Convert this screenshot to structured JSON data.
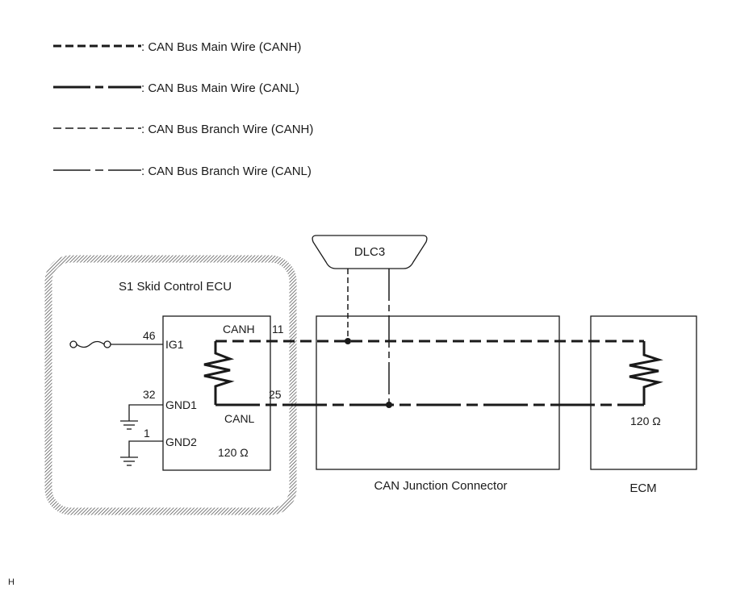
{
  "legend": [
    {
      "style": "main-canh",
      "label": ": CAN Bus Main Wire (CANH)"
    },
    {
      "style": "main-canl",
      "label": ": CAN Bus Main Wire (CANL)"
    },
    {
      "style": "branch-canh",
      "label": ": CAN Bus Branch Wire (CANH)"
    },
    {
      "style": "branch-canl",
      "label": ": CAN Bus Branch Wire (CANL)"
    }
  ],
  "skid_ecu": {
    "title": "S1 Skid Control ECU",
    "pins": {
      "ig1": {
        "num": "46",
        "name": "IG1"
      },
      "gnd1": {
        "num": "32",
        "name": "GND1"
      },
      "gnd2": {
        "num": "1",
        "name": "GND2"
      },
      "canh": {
        "num": "11",
        "name": "CANH"
      },
      "canl": {
        "num": "25",
        "name": "CANL"
      }
    },
    "resistance": "120 Ω"
  },
  "dlc3": {
    "label": "DLC3"
  },
  "junction": {
    "label": "CAN Junction Connector"
  },
  "ecm": {
    "label": "ECM",
    "resistance": "120 Ω"
  },
  "footer": {
    "mark": "H"
  },
  "colors": {
    "line": "#1a1a1a",
    "hatch": "#555555"
  }
}
